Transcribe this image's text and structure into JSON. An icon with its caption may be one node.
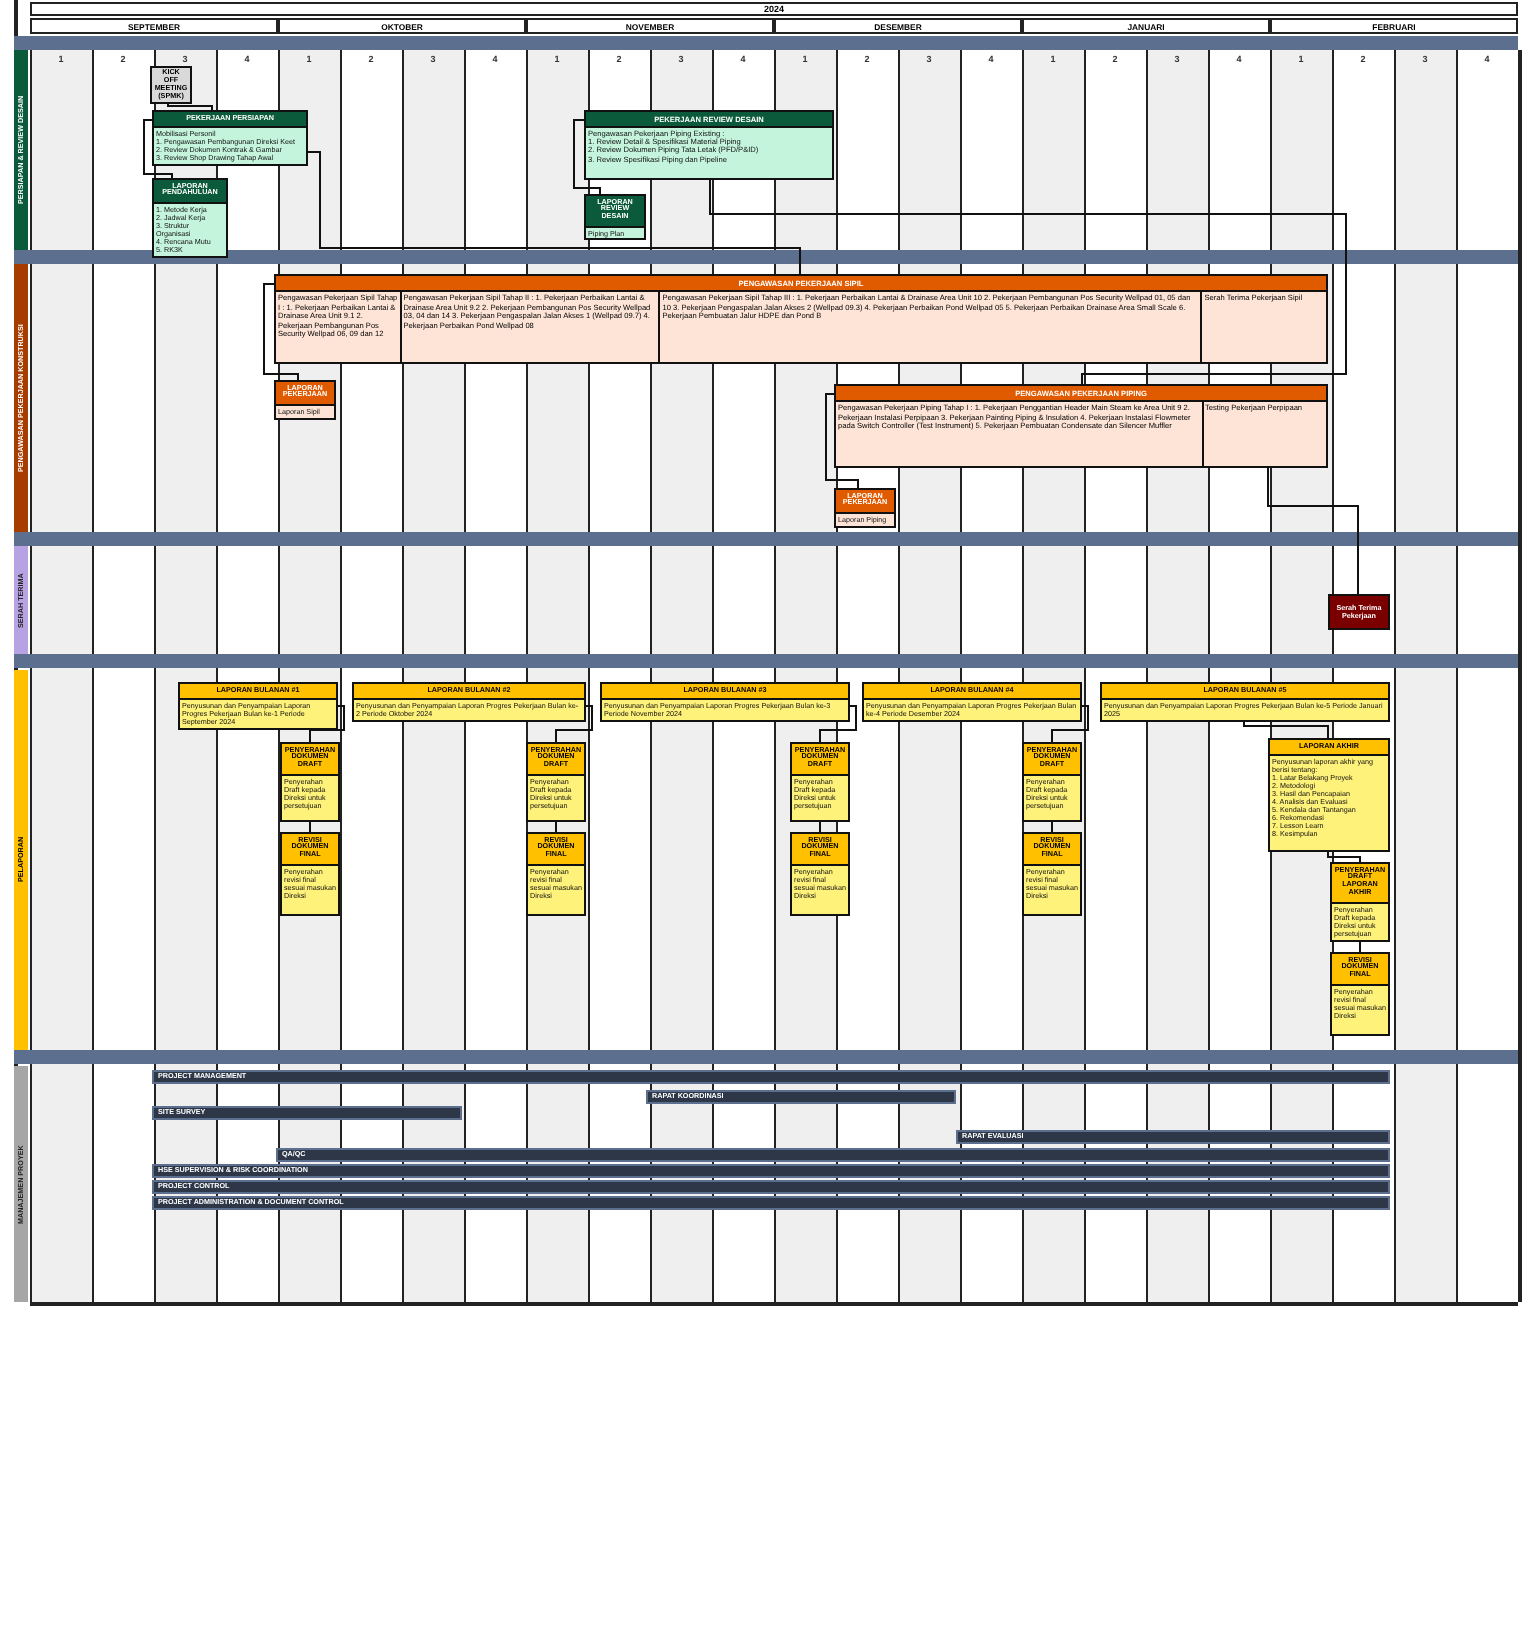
{
  "diagram": {
    "nodes": [
      {
        "text": [
          "KICK OFF MEETING (SPMK)"
        ]
      },
      {
        "text": [
          "PEKERJAAN PERSIAPAN",
          "Mobilisasi Personil",
          "1. Pengawasan Pembangunan Direksi Keet",
          "2. Review Dokumen Kontrak & Gambar",
          "3. Review Shop Drawing Tahap Awal"
        ]
      },
      {
        "text": [
          "LAPORAN PENDAHULUAN",
          "1. Metode Kerja",
          "2. Jadwal Kerja",
          "3. Struktur Organisasi",
          "4. Rencana Mutu",
          "5. RK3K"
        ]
      },
      {
        "text": [
          "PEKERJAAN REVIEW DESAIN",
          "Pengawasan Pekerjaan Piping Existing :",
          "1. Review Detail & Spesifikasi Material Piping",
          "2. Review Dokumen Piping Tata Letak (PFD/P&ID)",
          "3. Review Spesifikasi Piping dan Pipeline"
        ]
      },
      {
        "text": [
          "LAPORAN REVIEW DESAIN",
          "Piping Plan"
        ]
      },
      {
        "text": [
          "PENGAWASAN PEKERJAAN SIPIL",
          "Pengawasan Pekerjaan Sipil Tahap I : 1. Pekerjaan Perbaikan Lantai & Drainase Area Unit 9.1 2. Pekerjaan Pembangunan Pos Security Wellpad 06, 09 dan 12",
          "Pengawasan Pekerjaan Sipil Tahap II : 1. Pekerjaan Perbaikan Lantai & Drainase Area Unit 9.2 2. Pekerjaan Pembangunan Pos Security Wellpad 03, 04 dan 14 3. Pekerjaan Pengaspalan Jalan Akses 1 (Wellpad 09.7) 4. Pekerjaan Perbaikan Pond Wellpad 08",
          "Pengawasan Pekerjaan Sipil Tahap III : 1. Pekerjaan Perbaikan Lantai & Drainase Area Unit 10 2. Pekerjaan Pembangunan Pos Security Wellpad 01, 05 dan 10 3. Pekerjaan Pengaspalan Jalan Akses 2 (Wellpad 09.3) 4. Pekerjaan Perbaikan Pond Wellpad 05 5. Pekerjaan Perbaikan Drainase Area Small Scale 6. Pekerjaan Pembuatan Jalur HDPE dan Pond B",
          "Serah Terima Pekerjaan Sipil"
        ]
      },
      {
        "text": [
          "LAPORAN PEKERJAAN",
          "Laporan Sipil"
        ]
      },
      {
        "text": [
          "PENGAWASAN PEKERJAAN PIPING",
          "Pengawasan Pekerjaan Piping Tahap I : 1. Pekerjaan Penggantian Header Main Steam ke Area Unit 9 2. Pekerjaan Instalasi Perpipaan 3. Pekerjaan Painting Piping & Insulation 4. Pekerjaan Instalasi Flowmeter pada Switch Controller (Test Instrument) 5. Pekerjaan Pembuatan Condensate dan Silencer Muffler",
          "Testing Pekerjaan Perpipaan"
        ]
      },
      {
        "text": [
          "LAPORAN PEKERJAAN",
          "Laporan Piping"
        ]
      },
      {
        "text": [
          "Serah Terima Pekerjaan"
        ]
      },
      {
        "text": [
          "LAPORAN BULANAN #1",
          "Penyusunan dan Penyampaian Laporan Progres Pekerjaan Bulan ke-1 Periode September 2024"
        ]
      },
      {
        "text": [
          "PENYERAHAN DOKUMEN DRAFT",
          "Penyerahan Draft kepada Direksi untuk persetujuan"
        ]
      },
      {
        "text": [
          "REVISI DOKUMEN FINAL",
          "Penyerahan revisi final sesuai masukan Direksi"
        ]
      },
      {
        "text": [
          "LAPORAN BULANAN #2",
          "Penyusunan dan Penyampaian Laporan Progres Pekerjaan Bulan ke-2 Periode Oktober 2024"
        ]
      },
      {
        "text": [
          "PENYERAHAN DOKUMEN DRAFT",
          "Penyerahan Draft kepada Direksi untuk persetujuan"
        ]
      },
      {
        "text": [
          "REVISI DOKUMEN FINAL",
          "Penyerahan revisi final sesuai masukan Direksi"
        ]
      },
      {
        "text": [
          "LAPORAN BULANAN #3",
          "Penyusunan dan Penyampaian Laporan Progres Pekerjaan Bulan ke-3 Periode November 2024"
        ]
      },
      {
        "text": [
          "PENYERAHAN DOKUMEN DRAFT",
          "Penyerahan Draft kepada Direksi untuk persetujuan"
        ]
      },
      {
        "text": [
          "REVISI DOKUMEN FINAL",
          "Penyerahan revisi final sesuai masukan Direksi"
        ]
      },
      {
        "text": [
          "LAPORAN BULANAN #4",
          "Penyusunan dan Penyampaian Laporan Progres Pekerjaan Bulan ke-4 Periode Desember 2024"
        ]
      },
      {
        "text": [
          "PENYERAHAN DOKUMEN DRAFT",
          "Penyerahan Draft kepada Direksi untuk persetujuan"
        ]
      },
      {
        "text": [
          "REVISI DOKUMEN FINAL",
          "Penyerahan revisi final sesuai masukan Direksi"
        ]
      },
      {
        "text": [
          "LAPORAN BULANAN #5",
          "Penyusunan dan Penyampaian Laporan Progres Pekerjaan Bulan ke-5 Periode Januari 2025"
        ]
      },
      {
        "text": [
          "LAPORAN AKHIR",
          "Penyusunan laporan akhir yang berisi tentang:",
          "1. Latar Belakang Proyek",
          "2. Metodologi",
          "3. Hasil dan Pencapaian",
          "4. Analisis dan Evaluasi",
          "5. Kendala dan Tantangan",
          "6. Rekomendasi",
          "7. Lesson Learn",
          "8. Kesimpulan"
        ]
      },
      {
        "text": [
          "PENYERAHAN DRAFT LAPORAN AKHIR",
          "Penyerahan Draft kepada Direksi untuk persetujuan"
        ]
      },
      {
        "text": [
          "REVISI DOKUMEN FINAL",
          "Penyerahan revisi final sesuai masukan Direksi"
        ]
      },
      {
        "text": [
          "PROJECT MANAGEMENT"
        ]
      },
      {
        "text": [
          "RAPAT KOORDINASI"
        ]
      },
      {
        "text": [
          "SITE SURVEY"
        ]
      },
      {
        "text": [
          "RAPAT EVALUASI"
        ]
      },
      {
        "text": [
          "QA/QC"
        ]
      },
      {
        "text": [
          "HSE SUPERVISION & RISK COORDINATION"
        ]
      },
      {
        "text": [
          "PROJECT CONTROL"
        ]
      },
      {
        "text": [
          "PROJECT ADMINISTRATION & DOCUMENT CONTROL"
        ]
      }
    ],
    "edges": [
      {
        "from": 0,
        "to": 1,
        "arrow": "none"
      },
      {
        "from": 1,
        "to": 2,
        "arrow": "none"
      },
      {
        "from": 1,
        "to": 5,
        "arrow": "none"
      },
      {
        "from": 3,
        "to": 4,
        "arrow": "none"
      },
      {
        "from": 3,
        "to": 7,
        "arrow": "none"
      },
      {
        "from": 5,
        "to": 6,
        "arrow": "none"
      },
      {
        "from": 7,
        "to": 8,
        "arrow": "none"
      },
      {
        "from": 7,
        "to": 9,
        "arrow": "none"
      },
      {
        "from": 10,
        "to": 11,
        "arrow": "none"
      },
      {
        "from": 11,
        "to": 12,
        "arrow": "none"
      },
      {
        "from": 13,
        "to": 14,
        "arrow": "none"
      },
      {
        "from": 14,
        "to": 15,
        "arrow": "none"
      },
      {
        "from": 16,
        "to": 17,
        "arrow": "none"
      },
      {
        "from": 17,
        "to": 18,
        "arrow": "none"
      },
      {
        "from": 19,
        "to": 20,
        "arrow": "none"
      },
      {
        "from": 20,
        "to": 21,
        "arrow": "none"
      },
      {
        "from": 22,
        "to": 23,
        "arrow": "none"
      },
      {
        "from": 23,
        "to": 24,
        "arrow": "none"
      },
      {
        "from": 24,
        "to": 25,
        "arrow": "none"
      }
    ],
    "labels": [
      "2024",
      "SEPTEMBER",
      "OKTOBER",
      "NOVEMBER",
      "DESEMBER",
      "JANUARI",
      "FEBRUARI",
      "1",
      "2",
      "3",
      "4",
      "1",
      "2",
      "3",
      "4",
      "1",
      "2",
      "3",
      "4",
      "1",
      "2",
      "3",
      "4",
      "1",
      "2",
      "3",
      "4",
      "1",
      "2",
      "3",
      "4",
      "PERSIAPAN & REVIEW DESAIN",
      "PENGAWASAN PEKERJAAN KONSTRUKSI",
      "SERAH TERIMA",
      "PELAPORAN",
      "MANAJEMEN PROYEK"
    ]
  }
}
